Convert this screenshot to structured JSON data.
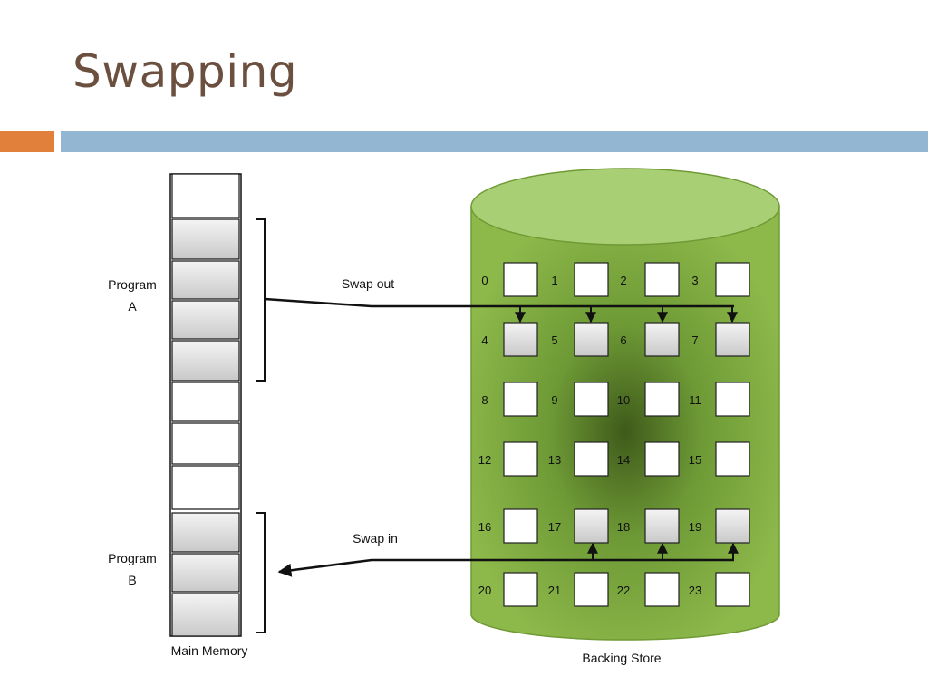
{
  "slide": {
    "title": "Swapping"
  },
  "colors": {
    "title": "#6b4f3f",
    "accent_orange": "#e0803a",
    "accent_blue": "#93b6d2",
    "cylinder_fill": "#8db84a",
    "cylinder_top": "#a9cf75"
  },
  "memory": {
    "label": "Main Memory",
    "blocks": [
      "free",
      "prog",
      "prog",
      "prog",
      "prog",
      "free",
      "free",
      "free",
      "prog",
      "prog",
      "prog"
    ],
    "program_a": {
      "line1": "Program",
      "line2": "A"
    },
    "program_b": {
      "line1": "Program",
      "line2": "B"
    }
  },
  "backing_store": {
    "label": "Backing Store",
    "cells": [
      {
        "num": "0",
        "filled": false
      },
      {
        "num": "1",
        "filled": false
      },
      {
        "num": "2",
        "filled": false
      },
      {
        "num": "3",
        "filled": false
      },
      {
        "num": "4",
        "filled": true
      },
      {
        "num": "5",
        "filled": true
      },
      {
        "num": "6",
        "filled": true
      },
      {
        "num": "7",
        "filled": true
      },
      {
        "num": "8",
        "filled": false
      },
      {
        "num": "9",
        "filled": false
      },
      {
        "num": "10",
        "filled": false
      },
      {
        "num": "11",
        "filled": false
      },
      {
        "num": "12",
        "filled": false
      },
      {
        "num": "13",
        "filled": false
      },
      {
        "num": "14",
        "filled": false
      },
      {
        "num": "15",
        "filled": false
      },
      {
        "num": "16",
        "filled": false
      },
      {
        "num": "17",
        "filled": true
      },
      {
        "num": "18",
        "filled": true
      },
      {
        "num": "19",
        "filled": true
      },
      {
        "num": "20",
        "filled": false
      },
      {
        "num": "21",
        "filled": false
      },
      {
        "num": "22",
        "filled": false
      },
      {
        "num": "23",
        "filled": false
      }
    ]
  },
  "arrows": {
    "swap_out": "Swap out",
    "swap_in": "Swap in"
  }
}
